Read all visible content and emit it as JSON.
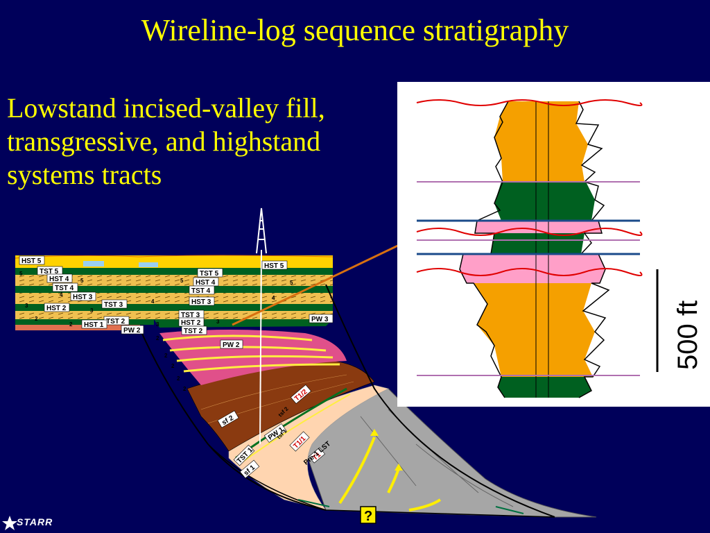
{
  "slide": {
    "title": "Wireline-log sequence stratigraphy",
    "subtitle": "Lowstand incised-valley fill, transgressive, and highstand systems tracts",
    "scale_label": "500 ft",
    "logo_text": "STARR",
    "question_mark": "?"
  },
  "labels": {
    "hst5_a": "HST 5",
    "tst5_a": "TST 5",
    "hst4_a": "HST 4",
    "tst4_a": "TST 4",
    "hst3_a": "HST 3",
    "tst3_a": "TST 3",
    "hst2_a": "HST 2",
    "tst2_a": "TST 2",
    "hst1": "HST 1",
    "pw2_a": "PW 2",
    "hst5_b": "HST 5",
    "tst5_b": "TST 5",
    "hst4_b": "HST 4",
    "tst4_b": "TST 4",
    "hst3_b": "HST 3",
    "tst3_b": "TST 3",
    "hst2_b": "HST 2",
    "tst2_b": "TST 2",
    "pw3": "PW 3",
    "pw2_b": "PW 2",
    "sf2": "sf 2",
    "pw1": "PW 1",
    "tst1": "TST 1",
    "sf1": "sf 1",
    "t1_2": "T1/2",
    "t1_1": "T1/1",
    "t1": "T1",
    "pre1_lst": "Pre-1 LST",
    "tsf2": "tsf 2",
    "tsf1": "tsf 1"
  },
  "colors": {
    "background": "#00005a",
    "title_text": "#ffff00",
    "sand": "#f5a000",
    "shale": "#006020",
    "pink": "#ff9fc8",
    "red_surface": "#e00000",
    "blue_surface": "#1a4a8a",
    "purple_surface": "#b070b0"
  }
}
